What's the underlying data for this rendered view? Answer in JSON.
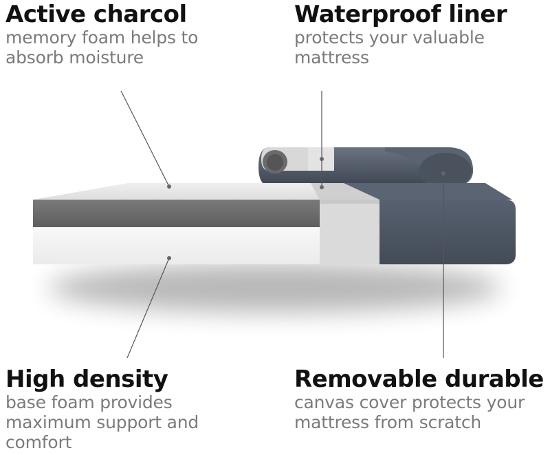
{
  "callouts": {
    "charcoal": {
      "title": "Active charcol",
      "lines": [
        "memory foam helps to",
        "absorb moisture"
      ]
    },
    "liner": {
      "title": "Waterproof liner",
      "lines": [
        "protects your valuable",
        "mattress"
      ]
    },
    "base": {
      "title": "High density",
      "lines": [
        "base foam provides",
        "maximum support and",
        "comfort"
      ]
    },
    "cover": {
      "title": "Removable durable",
      "lines": [
        "canvas cover protects your",
        "mattress from scratch"
      ]
    }
  },
  "colors": {
    "charcoal_foam": "#6f6f6f",
    "base_foam": "#f3f3f3",
    "liner": "#d9d9d9",
    "cover": "#4b5461"
  }
}
